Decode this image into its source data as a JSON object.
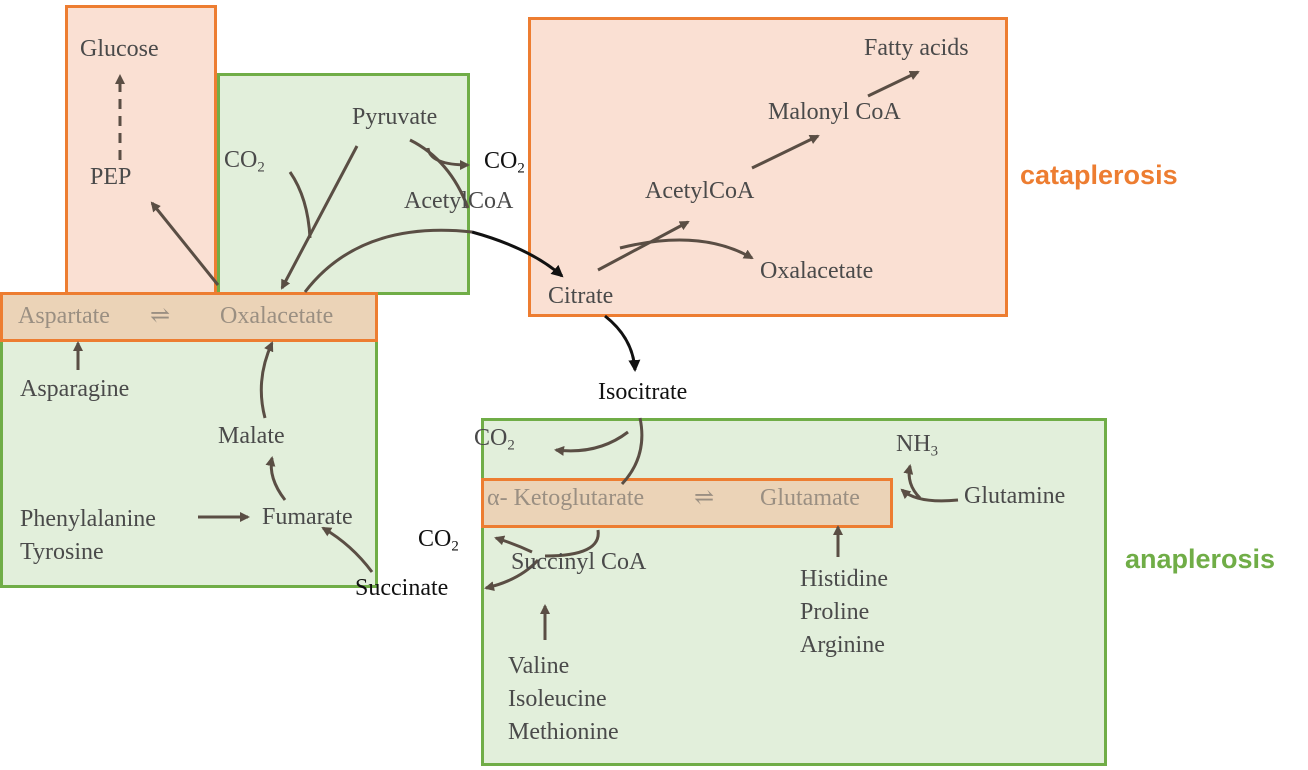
{
  "colors": {
    "cataplerosis": "#ed7d31",
    "anaplerosis": "#70ad47",
    "arrow": "#5a4e44",
    "tca_arrow": "#111111"
  },
  "regions": {
    "cataplerosis": "cataplerosis",
    "anaplerosis": "anaplerosis"
  },
  "metabolites": {
    "glucose": "Glucose",
    "pep": "PEP",
    "co2": "CO",
    "co2_sub": "2",
    "pyruvate": "Pyruvate",
    "acetyl_coa_top": "AcetylCoA",
    "aspartate": "Aspartate",
    "equilibrium_symbol": "⇌",
    "oxalacetate": "Oxalacetate",
    "asparagine": "Asparagine",
    "malate": "Malate",
    "phenylalanine": "Phenylalanine",
    "tyrosine": "Tyrosine",
    "fumarate": "Fumarate",
    "succinate": "Succinate",
    "citrate": "Citrate",
    "acetyl_coa_right": "AcetylCoA",
    "malonyl_coa": "Malonyl CoA",
    "fatty_acids": "Fatty acids",
    "oxalacetate_right": "Oxalacetate",
    "isocitrate": "Isocitrate",
    "alpha_ketoglutarate": "α- Ketoglutarate",
    "glutamate": "Glutamate",
    "nh3": "NH",
    "nh3_sub": "3",
    "glutamine": "Glutamine",
    "succinyl_coa": "Succinyl CoA",
    "histidine": "Histidine",
    "proline": "Proline",
    "arginine": "Arginine",
    "valine": "Valine",
    "isoleucine": "Isoleucine",
    "methionine": "Methionine"
  }
}
